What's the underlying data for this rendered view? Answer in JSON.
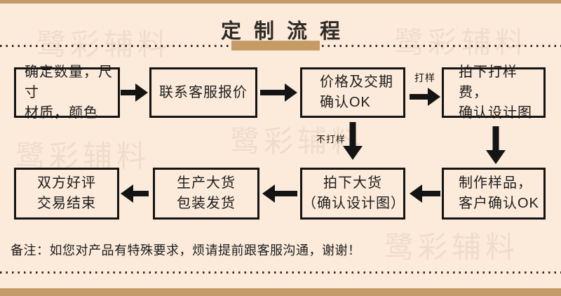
{
  "page": {
    "title": "定制流程",
    "watermark": "鹭彩辅料",
    "note": "备注：如您对产品有特殊要求，烦请提前跟客服沟通，谢谢！"
  },
  "flow": {
    "step1": {
      "line1": "确定数量，尺寸",
      "line2": "材质，颜色"
    },
    "step2": {
      "line1": "联系客服报价"
    },
    "step3": {
      "line1": "价格及交期",
      "line2": "确认OK"
    },
    "step4": {
      "line1": "拍下打样费，",
      "line2": "确认设计图"
    },
    "step5": {
      "line1": "制作样品，",
      "line2": "客户确认OK"
    },
    "step6": {
      "line1": "拍下大货",
      "line2": "（确认设计图）"
    },
    "step7": {
      "line1": "生产大货",
      "line2": "包装发货"
    },
    "step8": {
      "line1": "双方好评",
      "line2": "交易结束"
    },
    "label_sample": "打样",
    "label_no_sample": "不打样"
  },
  "colors": {
    "background": "#fcebdb",
    "frame-bar": "#c49a6a",
    "title-bar": "#c59c65",
    "watermark": "#f0dccb",
    "dot": "#3b2a1c",
    "ink": "#141414",
    "text": "#1c1c1c"
  }
}
